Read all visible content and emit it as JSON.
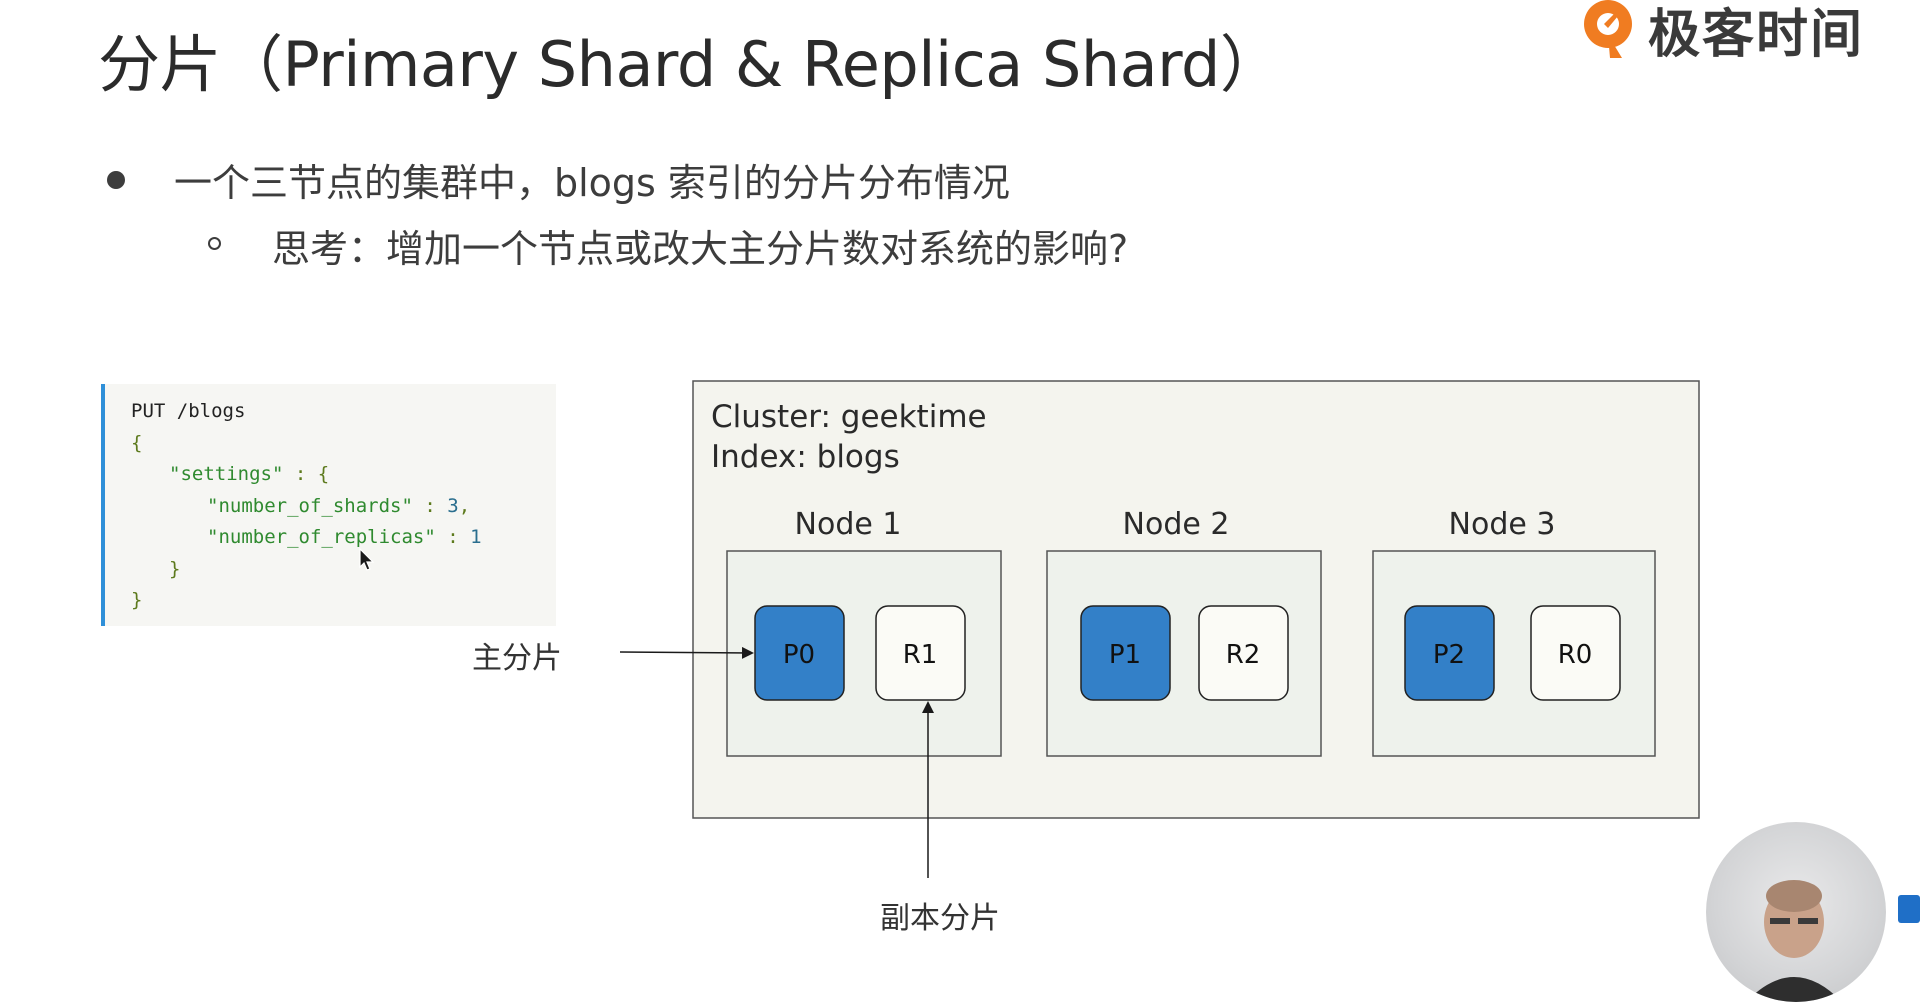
{
  "slide": {
    "title": "分片（Primary Shard & Replica Shard）",
    "brand": "极客时间",
    "bullet1": "一个三节点的集群中，blogs 索引的分片分布情况",
    "bullet2": "思考：增加一个节点或改大主分片数对系统的影响?"
  },
  "code": {
    "line1": "PUT /blogs",
    "line2": "{",
    "line3_key": "\"settings\"",
    "line3_rest": " : {",
    "line4_key": "\"number_of_shards\"",
    "line4_sep": " : ",
    "line4_val": "3",
    "line4_comma": ",",
    "line5_key": "\"number_of_replicas\"",
    "line5_sep": " : ",
    "line5_val": "1",
    "line6": "}",
    "line7": "}"
  },
  "diagram": {
    "cluster_label": "Cluster: geektime",
    "index_label": "Index: blogs",
    "nodes": [
      {
        "name": "Node 1",
        "primary": "P0",
        "replica": "R1"
      },
      {
        "name": "Node 2",
        "primary": "P1",
        "replica": "R2"
      },
      {
        "name": "Node 3",
        "primary": "P2",
        "replica": "R0"
      }
    ],
    "primary_label": "主分片",
    "replica_label": "副本分片",
    "primary_color": "#3380c8",
    "replica_color": "#fbfbf6",
    "node_bg": "#eef2ec",
    "cluster_bg": "#f4f4ee"
  }
}
